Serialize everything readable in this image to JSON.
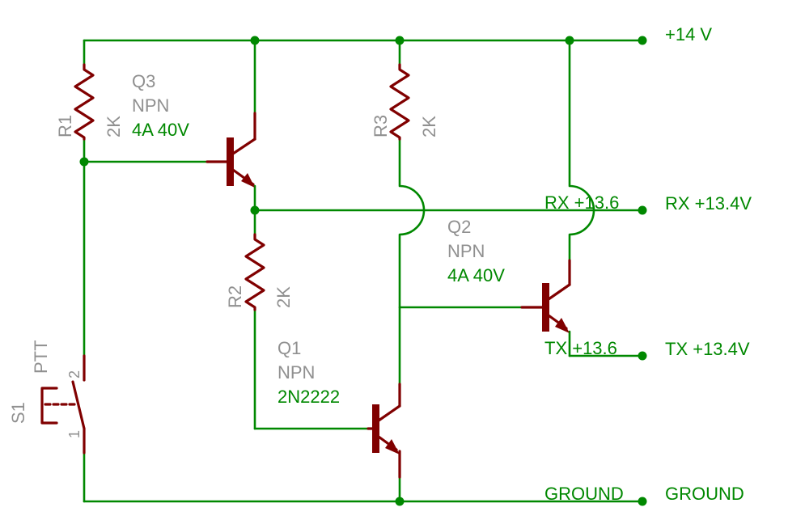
{
  "nets": {
    "supply": "+14 V",
    "rx_net": "RX +13.6",
    "rx_port": "RX +13.4V",
    "tx_net": "TX +13.6",
    "tx_port": "TX +13.4V",
    "ground_net": "GROUND",
    "ground_port": "GROUND"
  },
  "parts": {
    "r1": {
      "name": "R1",
      "value": "2K"
    },
    "r2": {
      "name": "R2",
      "value": "2K"
    },
    "r3": {
      "name": "R3",
      "value": "2K"
    },
    "q1": {
      "name": "Q1",
      "type": "NPN",
      "value": "2N2222"
    },
    "q2": {
      "name": "Q2",
      "type": "NPN",
      "value": "4A 40V"
    },
    "q3": {
      "name": "Q3",
      "type": "NPN",
      "value": "4A 40V"
    },
    "s1": {
      "name": "S1",
      "value": "PTT",
      "pin1": "1",
      "pin2": "2"
    }
  },
  "colors": {
    "wire": "#008800",
    "component": "#800000",
    "part_label": "#909090",
    "value_label": "#008800"
  }
}
